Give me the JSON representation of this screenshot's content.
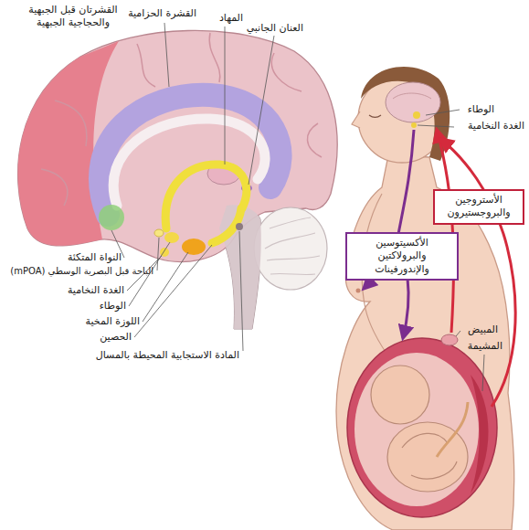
{
  "diagram": {
    "nodes": [
      {
        "text": [
          "الأستروجين والبروجستيرون"
        ]
      },
      {
        "text": [
          "الأكسيتوسين والبرولاكتين والإندورفينات"
        ]
      }
    ],
    "labels": [
      "القشرتان قبل الجبهية والحجاجية الجبهية",
      "القشرة الحزامية",
      "المهاد",
      "العنان الجانبي",
      "الوطاء",
      "الغدة النخامية",
      "النواة المتكئة",
      "الباحة قبل البصرية الوسطي (mPOA)",
      "الغدة النخامية",
      "الوطاء",
      "اللوزة المخية",
      "الحصين",
      "المبيض",
      "المشيمة",
      "المادة الاستجابية المحيطة بالمسال"
    ]
  }
}
